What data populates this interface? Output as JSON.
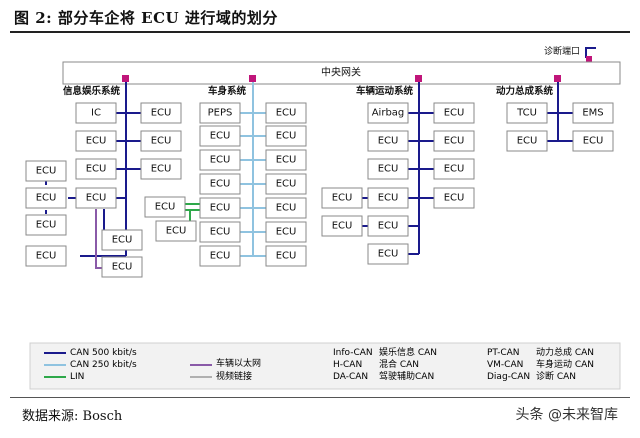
{
  "figure": {
    "title": "图 2:   部分车企将 ECU 进行域的划分",
    "source": "数据来源:    Bosch",
    "watermark": "头条 @未来智库"
  },
  "diagram": {
    "gateway": "中央网关",
    "diag_port": "诊断端口",
    "domains": {
      "info": "信息娱乐系统",
      "body": "车身系统",
      "motion": "车辆运动系统",
      "power": "动力总成系统"
    },
    "ecu": "ECU",
    "ic": "IC",
    "peps": "PEPS",
    "airbag": "Airbag",
    "tcu": "TCU",
    "ems": "EMS"
  },
  "legend": {
    "can500": "CAN 500 kbit/s",
    "can250": "CAN 250 kbit/s",
    "lin": "LIN",
    "eth": "车辆以太网",
    "video": "视频链接",
    "abbr": [
      {
        "k": "Info-CAN",
        "v": "娱乐信息 CAN"
      },
      {
        "k": "H-CAN",
        "v": "混合 CAN"
      },
      {
        "k": "DA-CAN",
        "v": "驾驶辅助CAN"
      },
      {
        "k": "PT-CAN",
        "v": "动力总成 CAN"
      },
      {
        "k": "VM-CAN",
        "v": "车身运动 CAN"
      },
      {
        "k": "Diag-CAN",
        "v": "诊断 CAN"
      }
    ]
  },
  "colors": {
    "can500": "#1a1a8c",
    "can250": "#8fc3e0",
    "lin": "#2ea84a",
    "eth": "#8a5aa8",
    "node": "#c0157a"
  }
}
